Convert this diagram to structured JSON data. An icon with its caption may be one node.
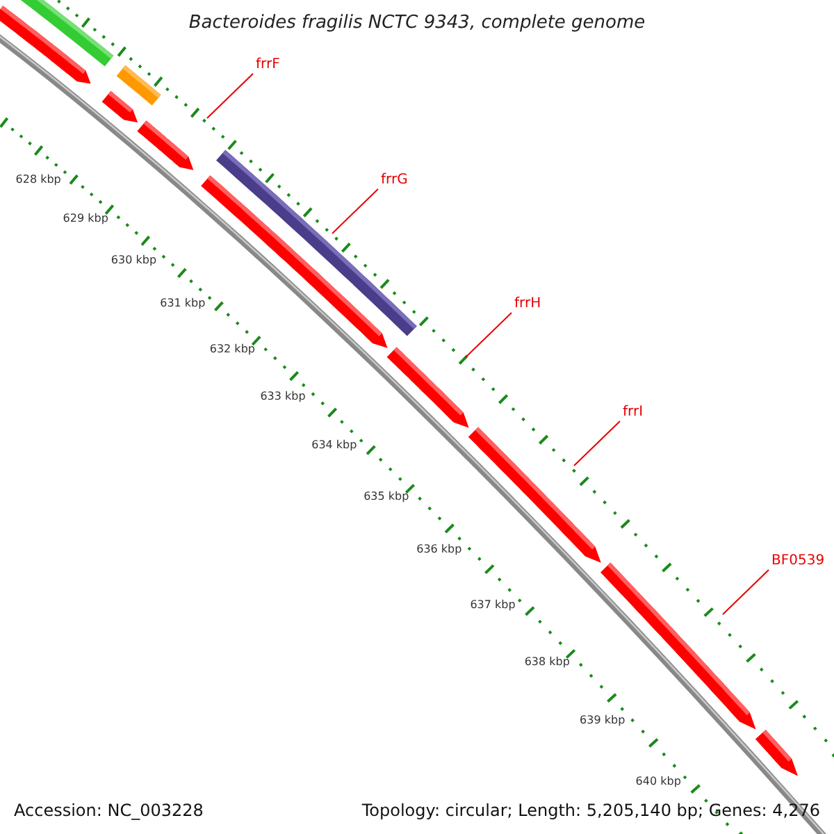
{
  "diagram": {
    "title": "Bacteroides fragilis NCTC 9343, complete genome",
    "nodes": [
      {
        "text": [
          "frrF"
        ]
      },
      {
        "text": [
          "frrG"
        ]
      },
      {
        "text": [
          "frrH"
        ]
      },
      {
        "text": [
          "frrI"
        ]
      },
      {
        "text": [
          "BF0539"
        ]
      }
    ],
    "edges": [
      {
        "from": 0,
        "to": null,
        "arrow": "none"
      },
      {
        "from": 1,
        "to": null,
        "arrow": "none"
      },
      {
        "from": 2,
        "to": null,
        "arrow": "none"
      },
      {
        "from": 3,
        "to": null,
        "arrow": "none"
      },
      {
        "from": 4,
        "to": null,
        "arrow": "none"
      }
    ],
    "labels": [
      "628 kbp",
      "629 kbp",
      "630 kbp",
      "631 kbp",
      "632 kbp",
      "633 kbp",
      "634 kbp",
      "635 kbp",
      "636 kbp",
      "637 kbp",
      "638 kbp",
      "639 kbp",
      "640 kbp",
      "Accession: NC_003228",
      "Topology: circular; Length: 5,205,140 bp; Genes: 4,276"
    ]
  }
}
